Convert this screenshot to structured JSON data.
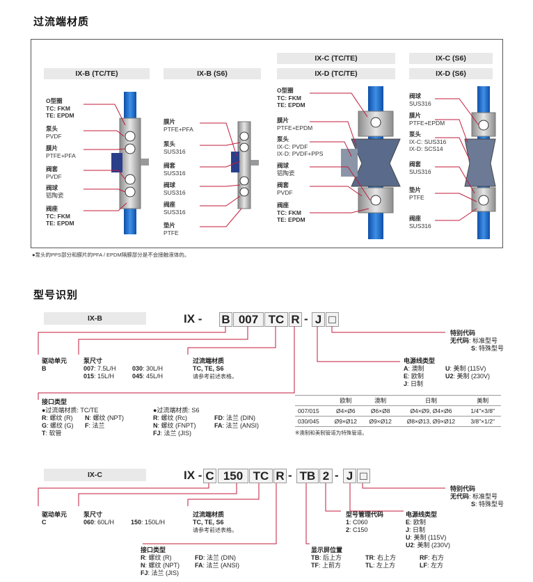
{
  "section1": {
    "title": "过流端材质",
    "headers": {
      "ixb_tc": "IX-B (TC/TE)",
      "ixb_s6": "IX-B (S6)",
      "ixc_tc": "IX-C (TC/TE)",
      "ixd_tc": "IX-D (TC/TE)",
      "ixc_s6": "IX-C (S6)",
      "ixd_s6": "IX-D (S6)"
    },
    "ixb_tc_labels": [
      {
        "name": "O型圈",
        "lines": [
          "TC: FKM",
          "TE: EPDM"
        ]
      },
      {
        "name": "泵头",
        "lines": [
          "PVDF"
        ]
      },
      {
        "name": "膜片",
        "lines": [
          "PTFE+PFA"
        ]
      },
      {
        "name": "阀套",
        "lines": [
          "PVDF"
        ]
      },
      {
        "name": "阀球",
        "lines": [
          "铝陶瓷"
        ]
      },
      {
        "name": "阀座",
        "lines": [
          "TC: FKM",
          "TE: EPDM"
        ]
      }
    ],
    "ixb_s6_labels": [
      {
        "name": "膜片",
        "lines": [
          "PTFE+PFA"
        ]
      },
      {
        "name": "泵头",
        "lines": [
          "SUS316"
        ]
      },
      {
        "name": "阀套",
        "lines": [
          "SUS316"
        ]
      },
      {
        "name": "阀球",
        "lines": [
          "SUS316"
        ]
      },
      {
        "name": "阀座",
        "lines": [
          "SUS316"
        ]
      },
      {
        "name": "垫片",
        "lines": [
          "PTFE"
        ]
      }
    ],
    "ixc_tc_labels": [
      {
        "name": "O型圈",
        "lines": [
          "TC: FKM",
          "TE: EPDM"
        ]
      },
      {
        "name": "膜片",
        "lines": [
          "PTFE+EPDM"
        ]
      },
      {
        "name": "泵头",
        "lines": [
          "IX-C: PVDF",
          "IX-D: PVDF+PPS"
        ]
      },
      {
        "name": "阀球",
        "lines": [
          "铝陶瓷"
        ]
      },
      {
        "name": "阀套",
        "lines": [
          "PVDF"
        ]
      },
      {
        "name": "阀座",
        "lines": [
          "TC: FKM",
          "TE: EPDM"
        ]
      }
    ],
    "ixc_s6_labels": [
      {
        "name": "阀球",
        "lines": [
          "SUS316"
        ]
      },
      {
        "name": "膜片",
        "lines": [
          "PTFE+EPDM"
        ]
      },
      {
        "name": "泵头",
        "lines": [
          "IX-C: SUS316",
          "IX-D: SCS14"
        ]
      },
      {
        "name": "阀套",
        "lines": [
          "SUS316"
        ]
      },
      {
        "name": "垫片",
        "lines": [
          "PTFE"
        ]
      },
      {
        "name": "阀座",
        "lines": [
          "SUS316"
        ]
      }
    ],
    "footnote": "●泵头的PPS部分和膜片的PFA / EPDM隔膜部分是不会接触液体的。"
  },
  "section2": {
    "title": "型号识别",
    "ixb": {
      "label": "IX-B",
      "code_prefix": "IX -",
      "codes": [
        "B",
        "007",
        "TC",
        "R",
        "J",
        "□"
      ],
      "dashes": [
        "-"
      ],
      "special": {
        "title": "特别代码",
        "l1k": "无代码",
        "l1v": ": 标准型号",
        "l2k": "S",
        "l2v": ": 特殊型号"
      },
      "drive": {
        "title": "驱动单元",
        "value": "B"
      },
      "size": {
        "title": "泵尺寸",
        "rows": [
          [
            "007",
            ": 7.5L/H"
          ],
          [
            "030",
            ": 30L/H"
          ],
          [
            "015",
            ": 15L/H"
          ],
          [
            "045",
            ": 45L/H"
          ]
        ]
      },
      "material": {
        "title": "过流端材质",
        "value": "TC, TE, S6",
        "note": "请参考前述表格。"
      },
      "power": {
        "title": "电源线类型",
        "rows": [
          [
            "A",
            ": 澳制"
          ],
          [
            "U",
            ": 美制 (115V)"
          ],
          [
            "E",
            ": 欧制"
          ],
          [
            "U2",
            ": 美制 (230V)"
          ],
          [
            "J",
            ": 日制"
          ]
        ]
      },
      "conn": {
        "title": "接口类型",
        "tc_title": "●过流端材质: TC/TE",
        "tc_rows": [
          [
            "R",
            ": 螺纹 (R)"
          ],
          [
            "N",
            ": 螺纹 (NPT)"
          ],
          [
            "G",
            ": 螺纹 (G)"
          ],
          [
            "F",
            ": 法兰"
          ],
          [
            "T",
            ": 软管"
          ]
        ],
        "s6_title": "●过流端材质: S6",
        "s6_rows": [
          [
            "R",
            ": 螺纹 (Rc)"
          ],
          [
            "FD",
            ": 法兰 (DIN)"
          ],
          [
            "N",
            ": 螺纹 (FNPT)"
          ],
          [
            "FA",
            ": 法兰 (ANSI)"
          ],
          [
            "FJ",
            ": 法兰 (JIS)"
          ]
        ]
      },
      "table": {
        "header": [
          "",
          "欧制",
          "澳制",
          "日制",
          "美制"
        ],
        "rows": [
          [
            "007/015",
            "Ø4×Ø6",
            "Ø6×Ø8",
            "Ø4×Ø9, Ø4×Ø6",
            "1/4\"×3/8\""
          ],
          [
            "030/045",
            "Ø9×Ø12",
            "Ø9×Ø12",
            "Ø8×Ø13, Ø9×Ø12",
            "3/8\"×1/2\""
          ]
        ],
        "note": "※澳制和美制管道为特殊管道。"
      }
    },
    "ixc": {
      "label": "IX-C",
      "code_prefix": "IX -",
      "codes": [
        "C",
        "150",
        "TC",
        "R",
        "TB",
        "2",
        "J",
        "□"
      ],
      "special": {
        "title": "特别代码",
        "l1k": "无代码",
        "l1v": ": 标准型号",
        "l2k": "S",
        "l2v": ": 特殊型号"
      },
      "drive": {
        "title": "驱动单元",
        "value": "C"
      },
      "size": {
        "title": "泵尺寸",
        "rows": [
          [
            "060",
            ": 60L/H"
          ],
          [
            "150",
            ": 150L/H"
          ]
        ]
      },
      "material": {
        "title": "过流端材质",
        "value": "TC, TE, S6",
        "note": "请参考前述表格。"
      },
      "mgmt": {
        "title": "型号管理代码",
        "rows": [
          [
            "1",
            ": C060"
          ],
          [
            "2",
            ": C150"
          ]
        ]
      },
      "power": {
        "title": "电源线类型",
        "rows": [
          [
            "E",
            ": 欧制"
          ],
          [
            "J",
            ": 日制"
          ],
          [
            "U",
            ": 美制 (115V)"
          ],
          [
            "U2",
            ": 美制 (230V)"
          ]
        ]
      },
      "conn": {
        "title": "接口类型",
        "rows": [
          [
            "R",
            ": 螺纹 (R)"
          ],
          [
            "FD",
            ": 法兰 (DIN)"
          ],
          [
            "N",
            ": 螺纹 (NPT)"
          ],
          [
            "FA",
            ": 法兰 (ANSI)"
          ],
          [
            "FJ",
            ": 法兰 (JIS)"
          ]
        ]
      },
      "display": {
        "title": "显示屏位置",
        "rows": [
          [
            "TB",
            ": 后上方"
          ],
          [
            "TR",
            ": 右上方"
          ],
          [
            "RF",
            ": 右方"
          ],
          [
            "TF",
            ": 上前方"
          ],
          [
            "TL",
            ": 左上方"
          ],
          [
            "LF",
            ": 左方"
          ]
        ]
      }
    }
  }
}
